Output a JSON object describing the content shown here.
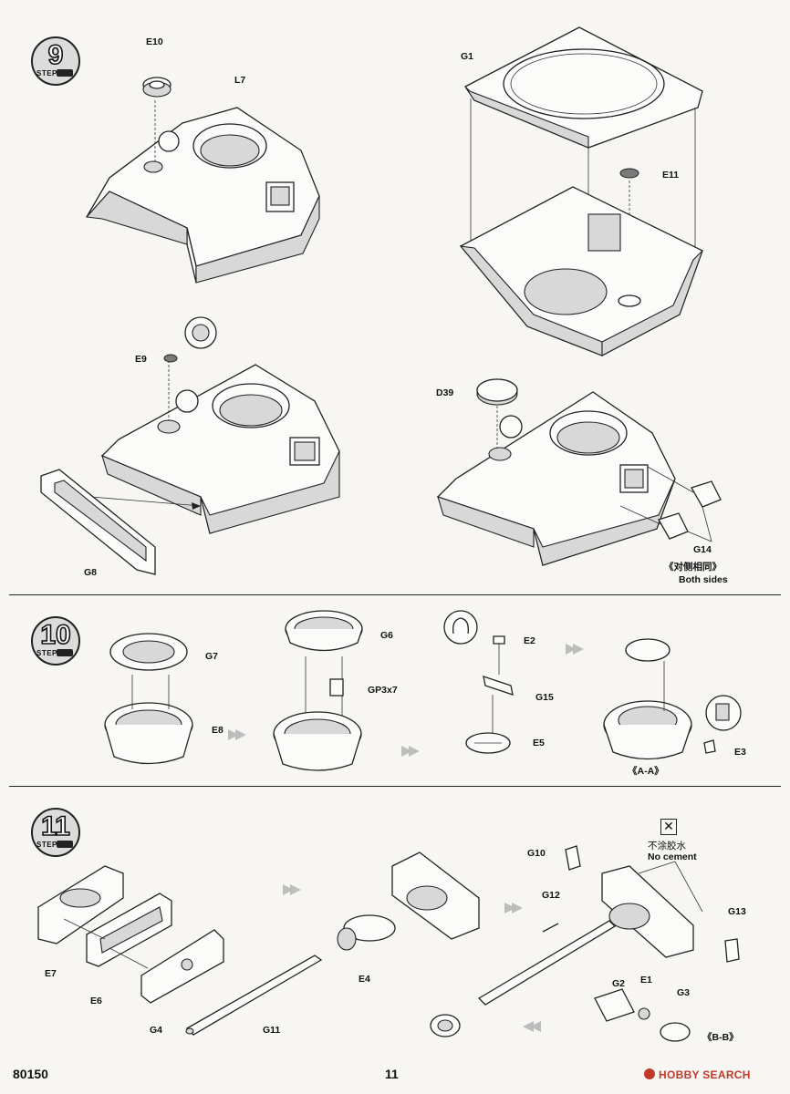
{
  "steps": [
    {
      "number": "9",
      "word": "STEP"
    },
    {
      "number": "10",
      "word": "STEP"
    },
    {
      "number": "11",
      "word": "STEP"
    }
  ],
  "step9": {
    "labels": {
      "e10": "E10",
      "l7": "L7",
      "g1": "G1",
      "e11": "E11",
      "e9": "E9",
      "g8": "G8",
      "d39": "D39",
      "g14": "G14"
    },
    "both_sides_cn": "《对侧相同》",
    "both_sides_en": "Both sides"
  },
  "step10": {
    "labels": {
      "g7": "G7",
      "e8": "E8",
      "g6": "G6",
      "gp3x7": "GP3x7",
      "e2": "E2",
      "g15": "G15",
      "e5": "E5",
      "e3": "E3"
    },
    "section": "《A-A》"
  },
  "step11": {
    "labels": {
      "e7": "E7",
      "e6": "E6",
      "g4": "G4",
      "g11": "G11",
      "e4": "E4",
      "g10": "G10",
      "g12": "G12",
      "g13": "G13",
      "g2": "G2",
      "e1": "E1",
      "g3": "G3"
    },
    "no_cement_symbol": "✕",
    "no_cement_cn": "不涂胶水",
    "no_cement_en": "No cement",
    "section": "《B-B》"
  },
  "footer": {
    "product_code": "80150",
    "page_number": "11",
    "watermark": "HOBBY SEARCH"
  }
}
